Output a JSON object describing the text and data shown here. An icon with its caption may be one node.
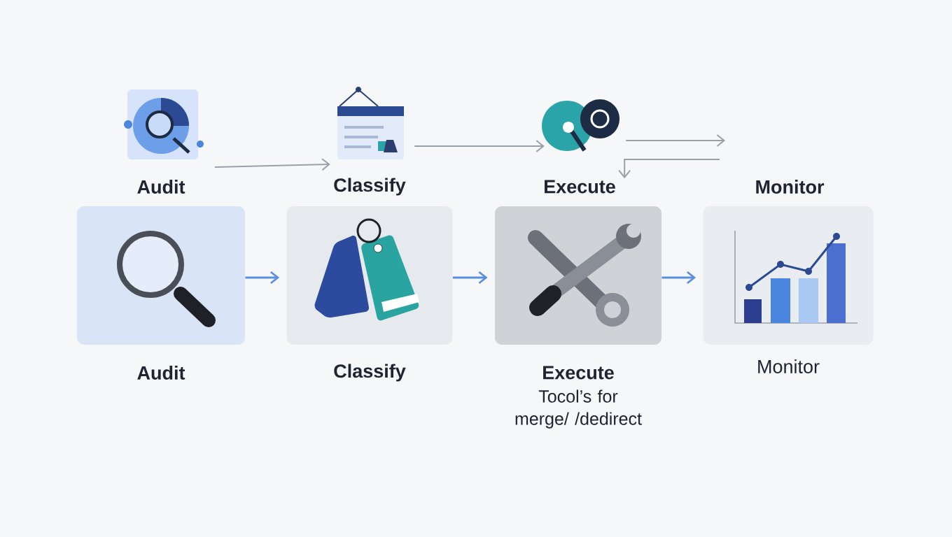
{
  "diagram": {
    "nodes": [
      {
        "text": [
          "Audit"
        ]
      },
      {
        "text": [
          "Classify"
        ]
      },
      {
        "text": [
          "Execute"
        ]
      },
      {
        "text": [
          "Monitor"
        ]
      },
      {
        "text": [
          "Audit"
        ]
      },
      {
        "text": [
          "Classify"
        ]
      },
      {
        "text": [
          "Execute",
          "Tocol’s for merge/ /dedirect"
        ]
      },
      {
        "text": [
          "Monitor"
        ]
      }
    ],
    "edges": [
      {
        "from": 0,
        "to": 1,
        "arrow": "to"
      },
      {
        "from": 1,
        "to": 2,
        "arrow": "to"
      },
      {
        "from": 2,
        "to": 3,
        "arrow": "to"
      },
      {
        "from": 3,
        "to": 2,
        "arrow": "to"
      },
      {
        "from": 4,
        "to": 5,
        "arrow": "to",
        "color": "#5a8fdc"
      },
      {
        "from": 5,
        "to": 6,
        "arrow": "to",
        "color": "#5a8fdc"
      },
      {
        "from": 6,
        "to": 7,
        "arrow": "to",
        "color": "#5a8fdc"
      }
    ]
  }
}
